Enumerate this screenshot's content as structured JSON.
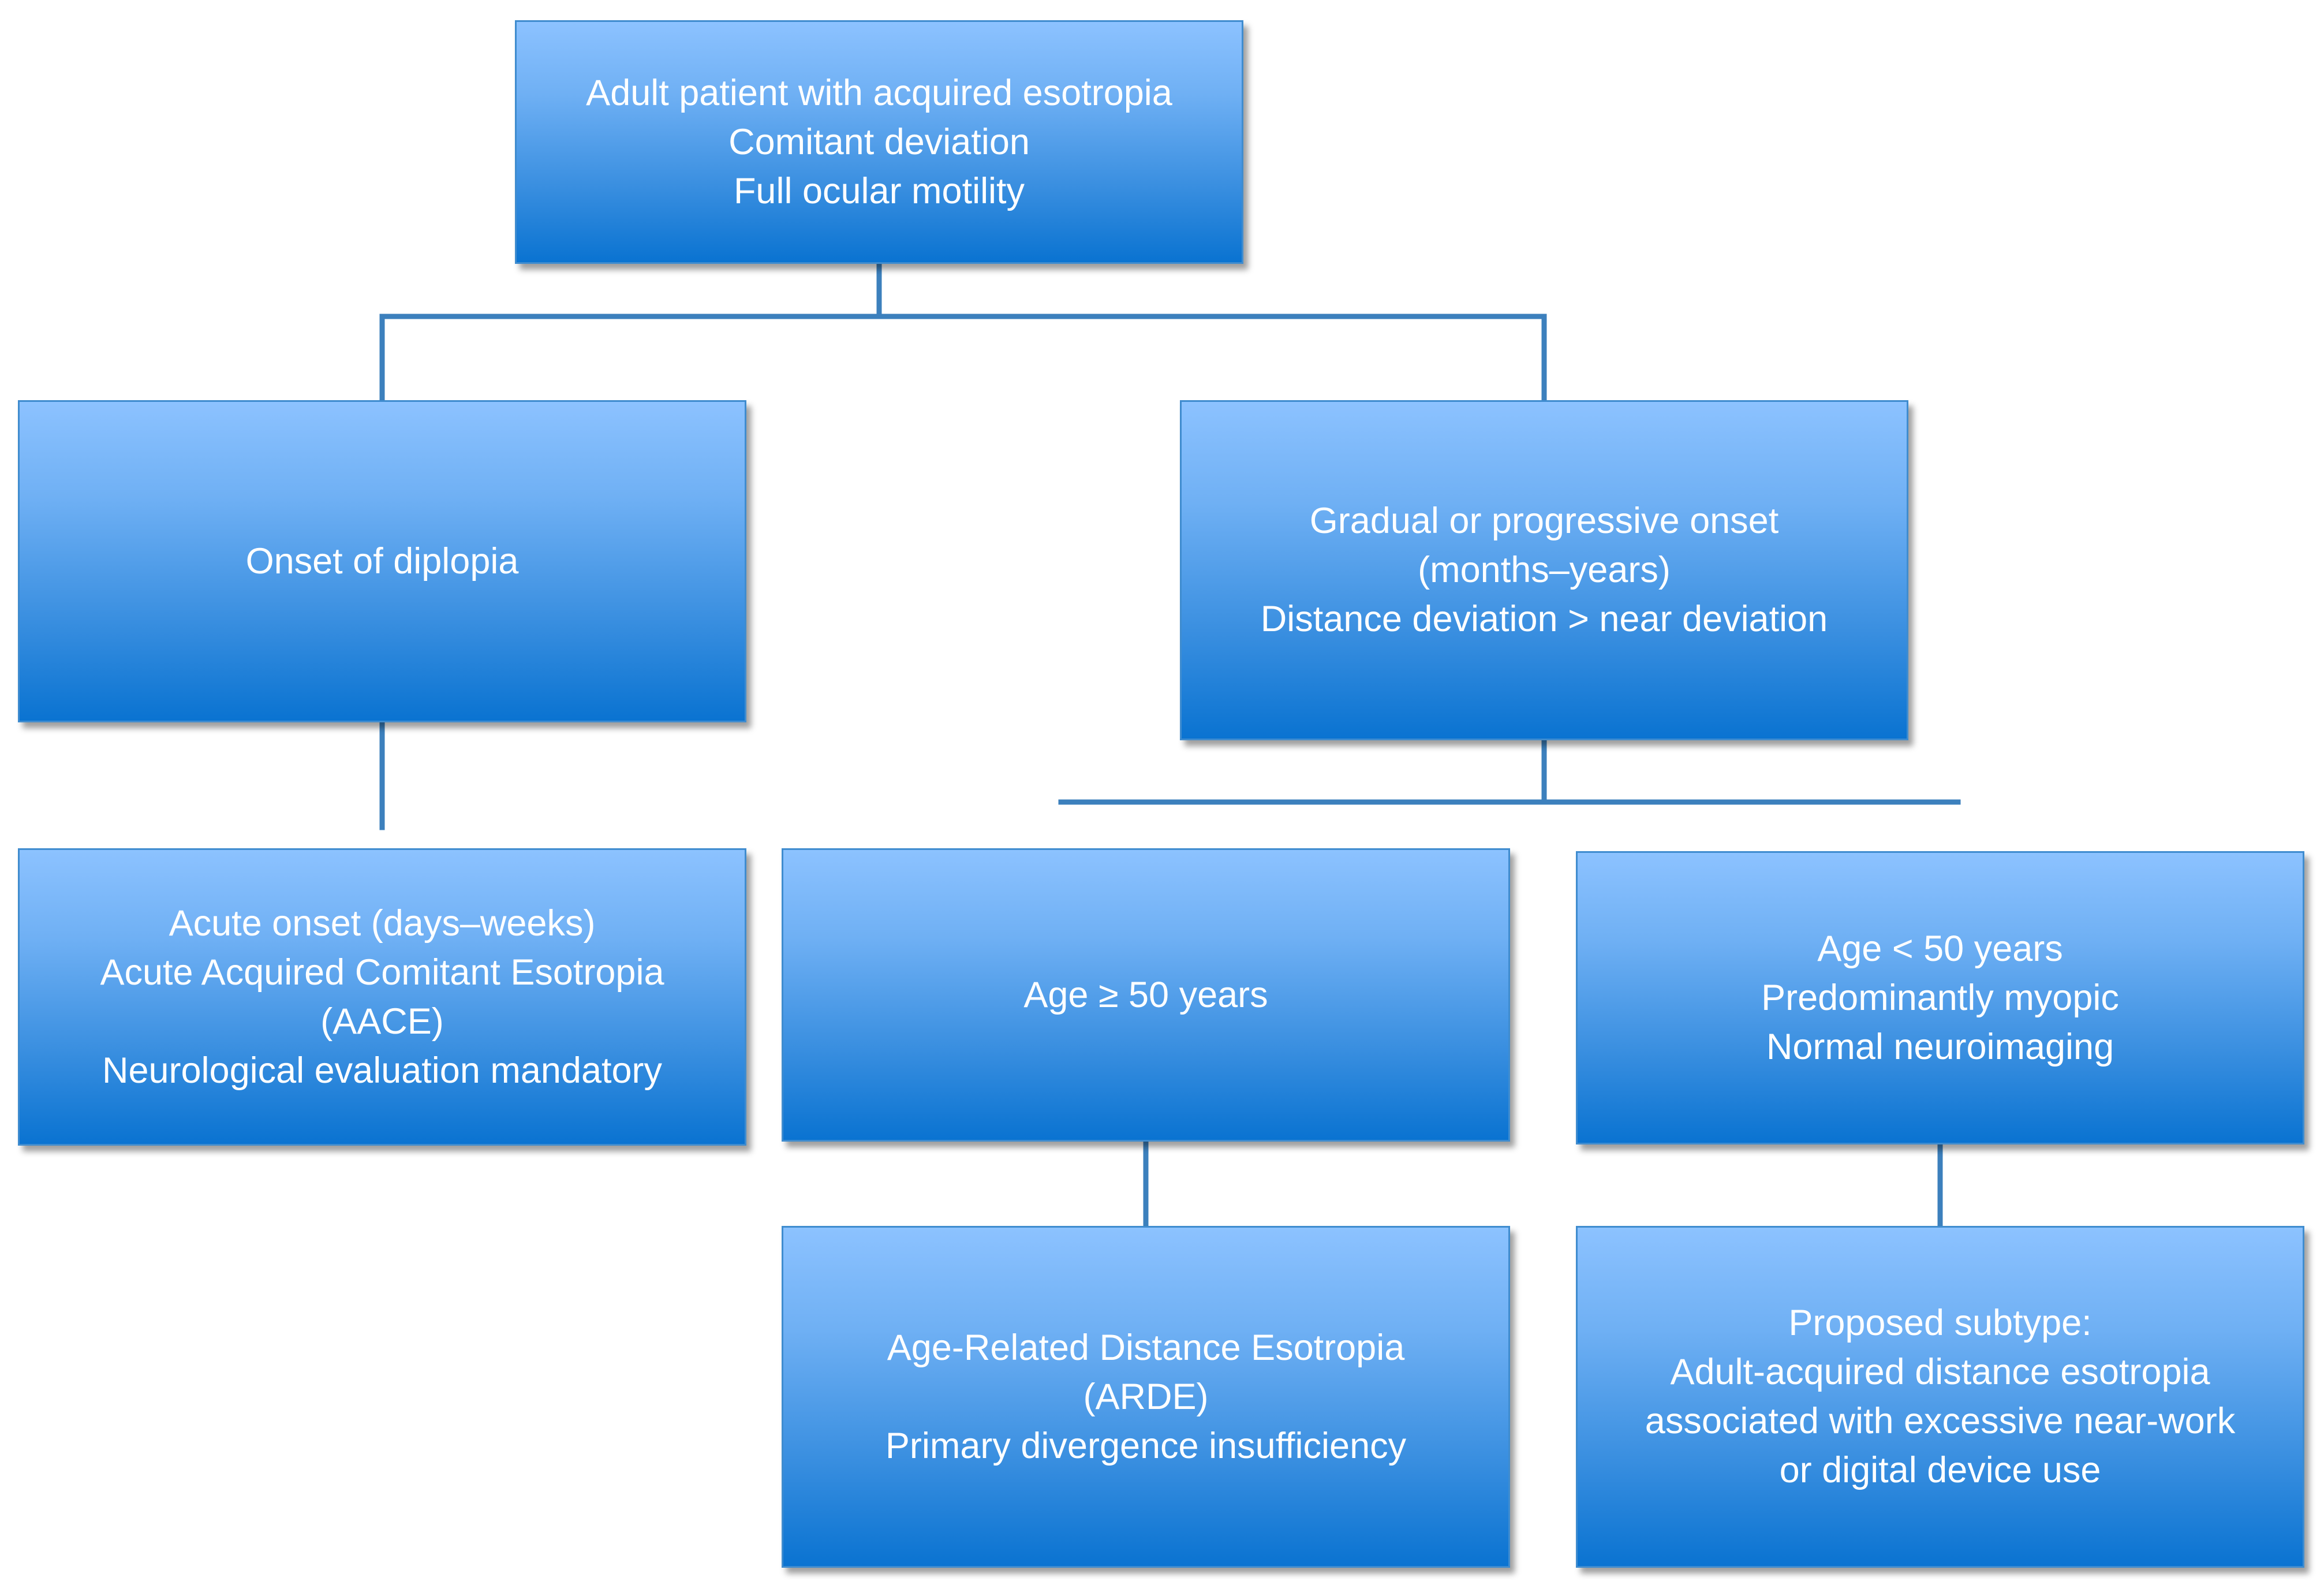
{
  "nodes": {
    "root": {
      "lines": [
        "Adult patient with acquired esotropia",
        "Comitant deviation",
        "Full ocular motility"
      ]
    },
    "onset_of_diplopia": {
      "lines": [
        "Onset of diplopia"
      ]
    },
    "gradual_onset": {
      "lines": [
        "Gradual or progressive onset",
        "(months–years)",
        "Distance deviation > near deviation"
      ]
    },
    "acute_onset": {
      "lines": [
        "Acute onset (days–weeks)",
        "Acute Acquired Comitant Esotropia",
        "(AACE)",
        "Neurological evaluation mandatory"
      ]
    },
    "age_over_50": {
      "lines": [
        "Age ≥ 50 years"
      ]
    },
    "age_under_50": {
      "lines": [
        "Age < 50 years",
        "Predominantly myopic",
        "Normal neuroimaging"
      ]
    },
    "arde": {
      "lines": [
        "Age-Related Distance Esotropia",
        "(ARDE)",
        "Primary divergence insufficiency"
      ]
    },
    "proposed_subtype": {
      "lines": [
        "Proposed subtype:",
        "Adult-acquired distance esotropia",
        "associated with excessive near-work",
        "or digital device use"
      ]
    }
  },
  "colors": {
    "box_top": "#8cc2ff",
    "box_bottom": "#0a73d1",
    "box_border": "#3f8ccf",
    "connector": "#3c80bd",
    "text": "#ffffff"
  }
}
